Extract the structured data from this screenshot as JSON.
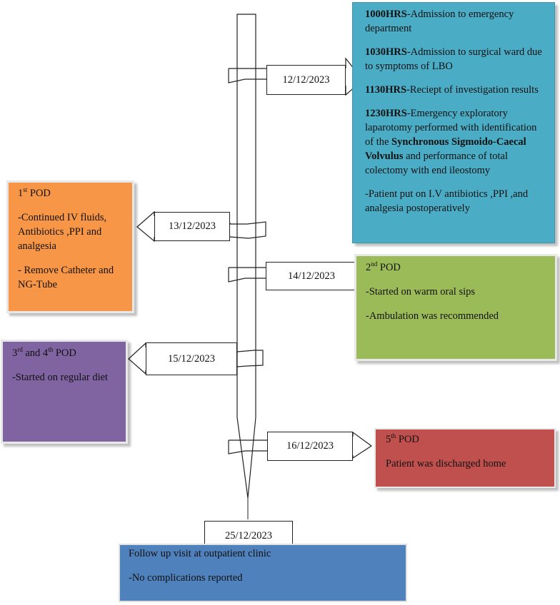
{
  "timeline": {
    "d1212": {
      "date": "12/12/2023",
      "events": [
        {
          "time": "1000HRS",
          "text": "-Admission to emergency department"
        },
        {
          "time": "1030HRS",
          "text": "-Admission to surgical ward due to symptoms of LBO"
        },
        {
          "time": "1130HRS-",
          "text": "Reciept of investigation results"
        }
      ],
      "e4_time": "1230HRS",
      "e4_text_a": "-Emergency exploratory laparotomy performed with identification of the ",
      "e4_bold": "Synchronous Sigmoido-Caecal Volvulus",
      "e4_text_b": " and performance of total colectomy with end ileostomy",
      "note": "-Patient put on I.V antibiotics ,PPI ,and analgesia postoperatively",
      "color": "#4bacc6"
    },
    "d1312": {
      "date": "13/12/2023",
      "pod_num": "1",
      "pod_sup": "st",
      "pod_suffix": " POD",
      "items": [
        "-Continued IV fluids, Antibiotics  ,PPI and analgesia",
        "- Remove Catheter and NG-Tube"
      ],
      "color": "#f79646"
    },
    "d1412": {
      "date": "14/12/2023",
      "pod_num": "2",
      "pod_sup": "nd",
      "pod_suffix": " POD",
      "items": [
        "-Started on warm oral sips",
        "-Ambulation was recommended"
      ],
      "color": "#9bbb59"
    },
    "d1512": {
      "date": "15/12/2023",
      "pod_num_a": "3",
      "pod_sup_a": "rd",
      "pod_mid": " and 4",
      "pod_sup_b": "th",
      "pod_suffix": " POD",
      "items": [
        "-Started on regular diet"
      ],
      "color": "#8064a2"
    },
    "d1612": {
      "date": "16/12/2023",
      "pod_num": "5",
      "pod_sup": "th",
      "pod_suffix": " POD",
      "items": [
        "Patient was discharged home"
      ],
      "color": "#c0504d"
    },
    "d2512": {
      "date": "25/12/2023",
      "items": [
        "Follow up visit at outpatient clinic",
        "-No complications reported"
      ],
      "color": "#4f81bd"
    }
  }
}
